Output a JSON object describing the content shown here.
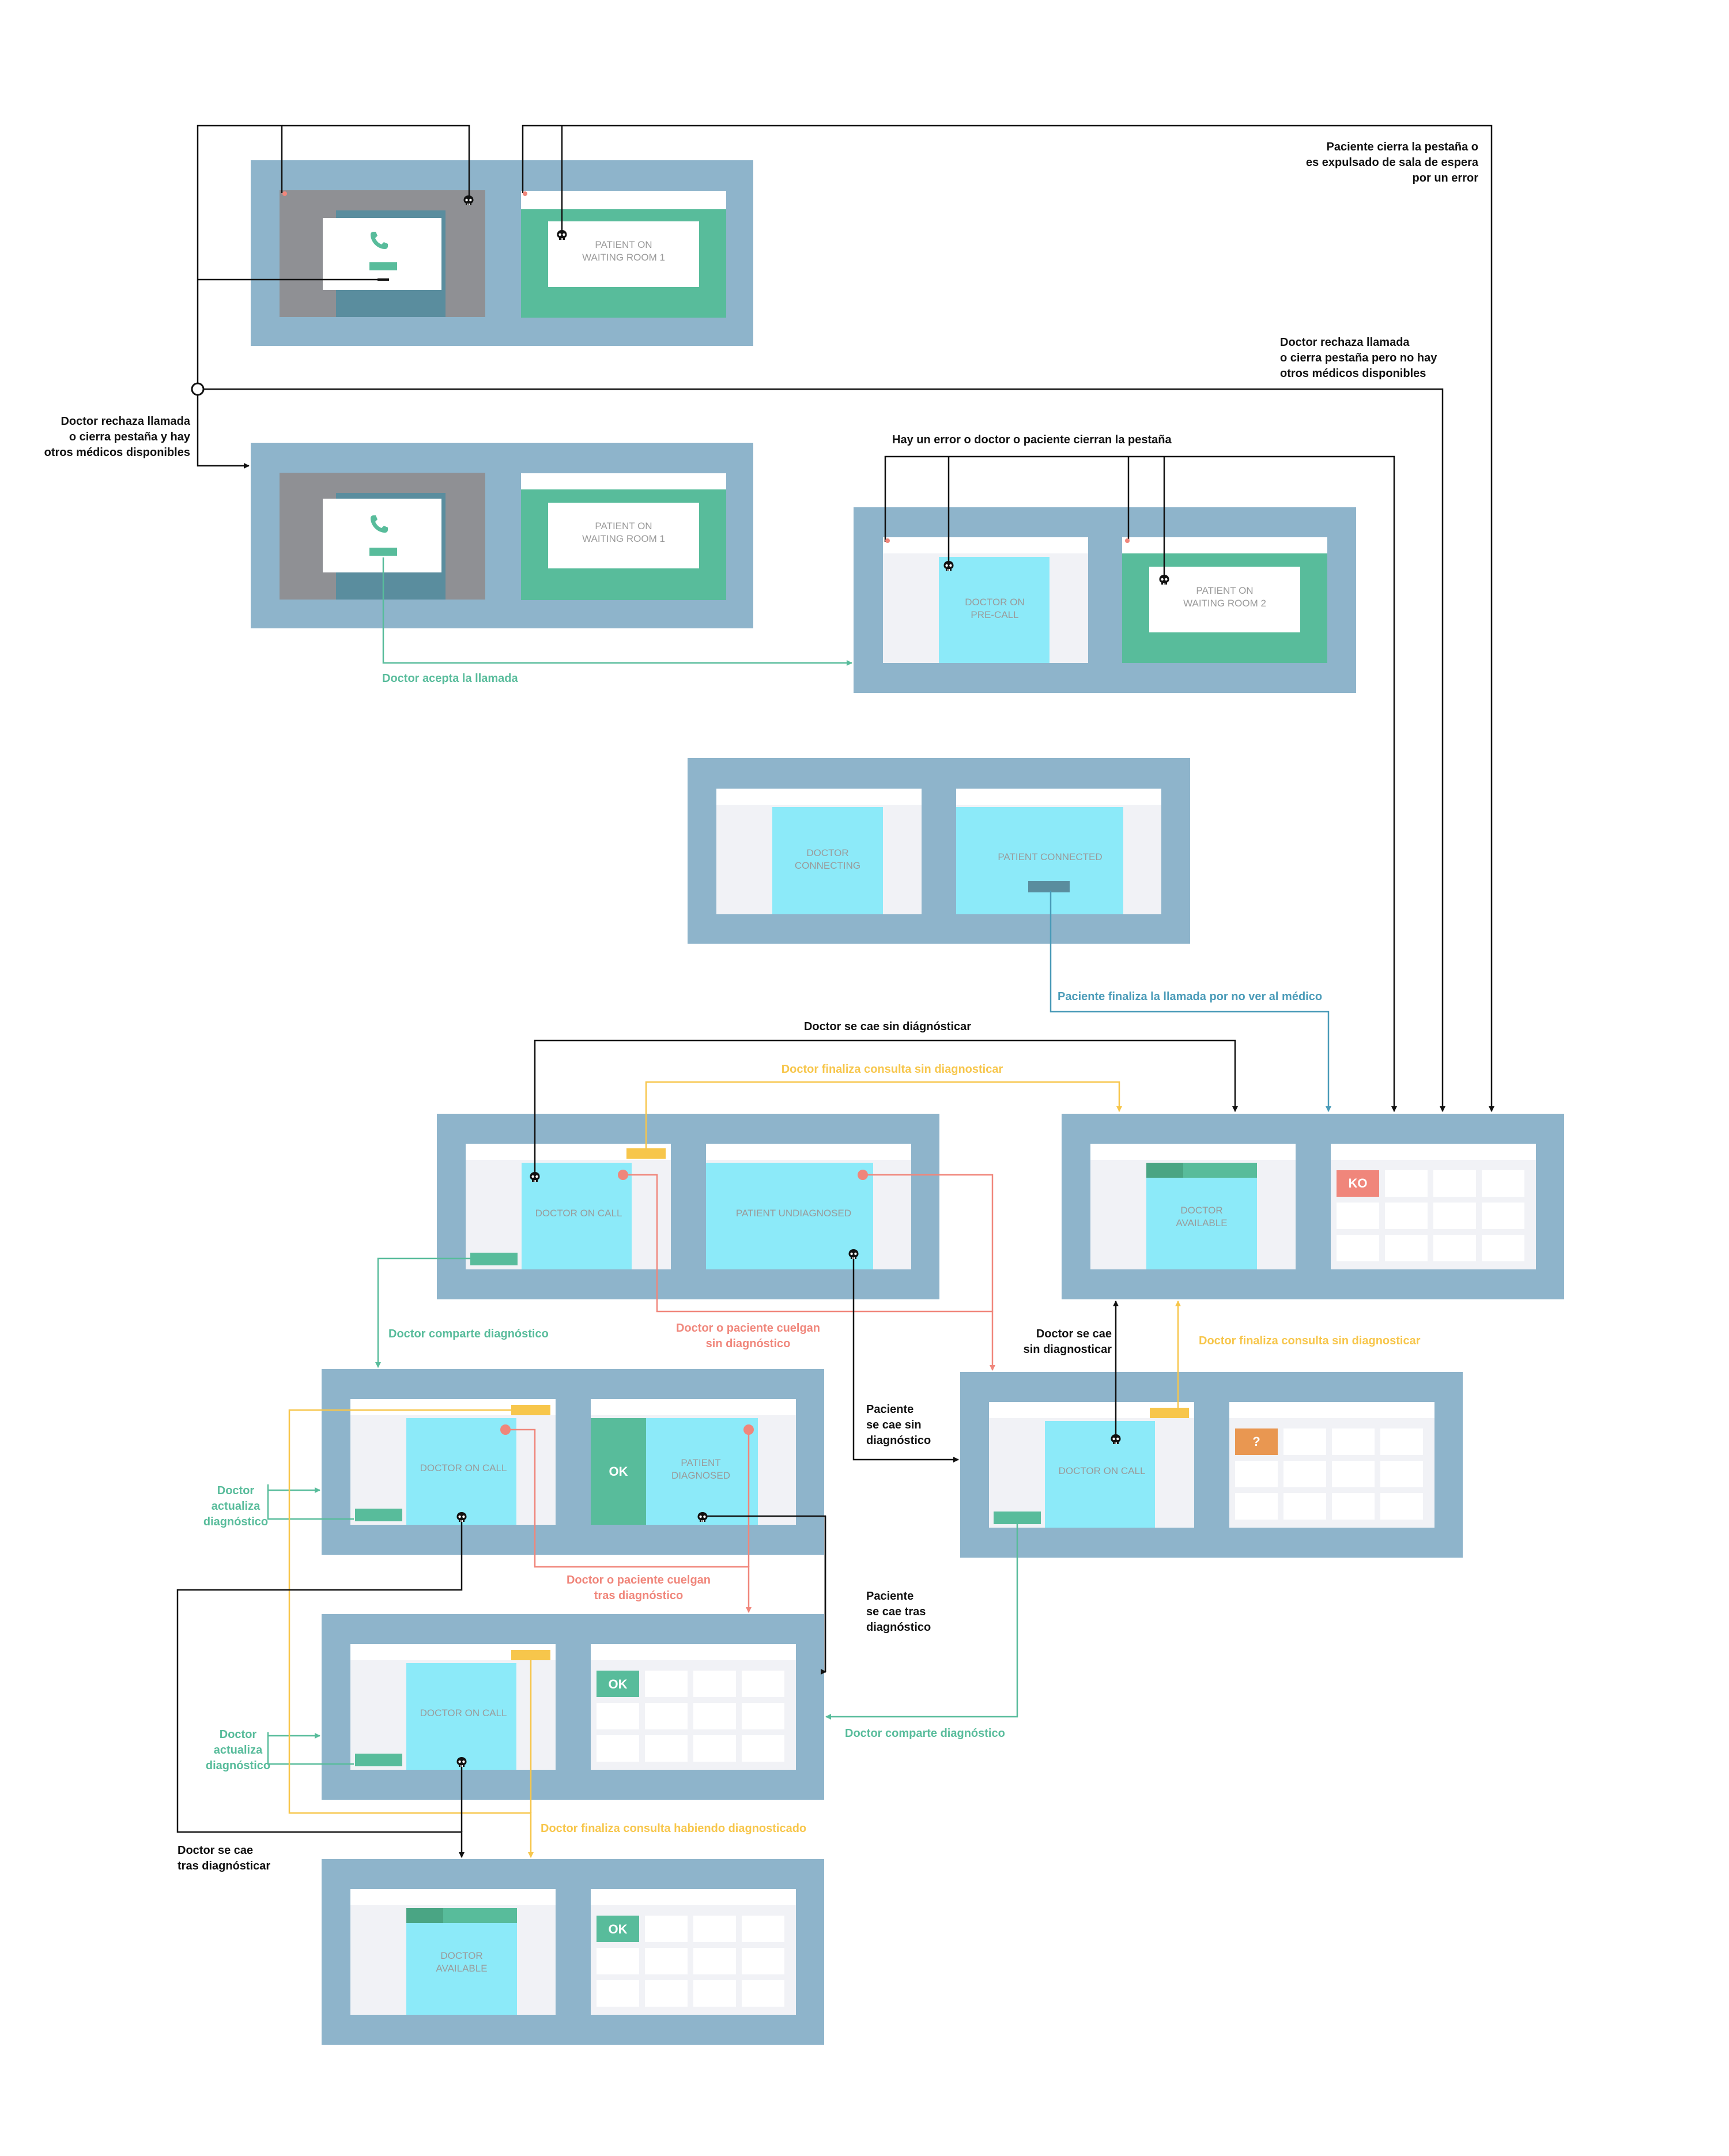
{
  "colors": {
    "frame": "#8eb4cb",
    "screen_white": "#ffffff",
    "screen_gray": "#f1f2f6",
    "cyan": "#8ceaf9",
    "green": "#58bc9b",
    "dark_green": "#4aa584",
    "gray_overlay": "#8f9094",
    "teal_dark": "#5a8d9e",
    "yellow": "#f7c64b",
    "red": "#f0867b",
    "orange": "#e99751",
    "black": "#111111",
    "blue_link": "#4a9bb8",
    "gray_text": "#9a9a9a"
  },
  "screens": {
    "waiting_room_1": "PATIENT ON WAITING ROOM 1",
    "waiting_room_1b": "PATIENT ON WAITING ROOM 1",
    "doctor_precall": "DOCTOR ON PRE-CALL",
    "waiting_room_2": "PATIENT ON WAITING ROOM 2",
    "doctor_connecting": "DOCTOR CONNECTING",
    "patient_connected": "PATIENT CONNECTED",
    "doctor_on_call_a": "DOCTOR ON CALL",
    "patient_undiagnosed": "PATIENT UNDIAGNOSED",
    "doctor_available_a": "DOCTOR AVAILABLE",
    "ko_label": "KO",
    "doctor_on_call_b": "DOCTOR ON CALL",
    "ok_label_a": "OK",
    "patient_diagnosed": "PATIENT DIAGNOSED",
    "doctor_on_call_c": "DOCTOR ON CALL",
    "question_label": "?",
    "doctor_on_call_d": "DOCTOR ON CALL",
    "ok_label_b": "OK",
    "doctor_available_b": "DOCTOR AVAILABLE",
    "ok_label_c": "OK"
  },
  "annotations": {
    "patient_closes_tab": [
      "Paciente cierra la pestaña o",
      "es expulsado de sala de espera",
      "por un error"
    ],
    "doctor_rejects_no_others": [
      "Doctor rechaza llamada",
      "o cierra pestaña pero no hay",
      "otros médicos disponibles"
    ],
    "doctor_rejects_others": [
      "Doctor rechaza llamada",
      "o cierra pestaña y hay",
      "otros médicos disponibles"
    ],
    "error_or_close": "Hay un error o doctor o paciente cierran la pestaña",
    "doctor_accepts": "Doctor acepta la llamada",
    "patient_ends_no_doctor": "Paciente finaliza la llamada por no ver al médico",
    "doctor_drops_undiagnosed": "Doctor se cae sin diágnósticar",
    "doctor_ends_undiagnosed_top": "Doctor finaliza consulta sin diagnosticar",
    "doctor_shares_diagnosis_a": "Doctor comparte diagnóstico",
    "hang_up_undiagnosed": [
      "Doctor o paciente cuelgan",
      "sin diagnóstico"
    ],
    "doctor_drops_no_diag_right": [
      "Doctor se cae",
      "sin diagnosticar"
    ],
    "doctor_ends_undiagnosed_right": "Doctor finaliza consulta sin diagnosticar",
    "patient_drops_no_diag": [
      "Paciente",
      "se cae sin",
      "diagnóstico"
    ],
    "doctor_updates_a": [
      "Doctor",
      "actualiza",
      "diagnóstico"
    ],
    "hang_up_after_diag": [
      "Doctor o paciente cuelgan",
      "tras diagnóstico"
    ],
    "patient_drops_after": [
      "Paciente",
      "se cae tras",
      "diagnóstico"
    ],
    "doctor_shares_diagnosis_b": "Doctor comparte diagnóstico",
    "doctor_updates_b": [
      "Doctor",
      "actualiza",
      "diagnóstico"
    ],
    "doctor_drops_after": [
      "Doctor se cae",
      "tras diagnósticar"
    ],
    "doctor_ends_with_diag": "Doctor finaliza consulta habiendo diagnosticado"
  }
}
